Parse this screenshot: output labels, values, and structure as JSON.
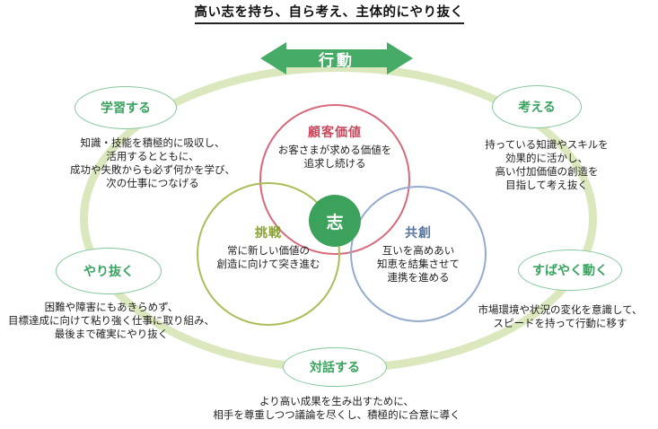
{
  "title": "高い志を持ち、自ら考え、主体的にやり抜く",
  "banner": {
    "label": "行動"
  },
  "center": {
    "label": "志"
  },
  "venn": {
    "customer_value": {
      "label": "顧客価値",
      "desc_lines": [
        "お客さまが求める価値を",
        "追求し続ける"
      ]
    },
    "challenge": {
      "label": "挑戦",
      "desc_lines": [
        "常に新しい価値の",
        "創造に向けて突き進む"
      ]
    },
    "cocreation": {
      "label": "共創",
      "desc_lines": [
        "互いを高めあい",
        "知恵を結集させて",
        "連携を進める"
      ]
    }
  },
  "ring_nodes": [
    {
      "label": "学習する",
      "desc_lines": [
        "知識・技能を積極的に吸収し、",
        "活用するとともに、",
        "成功や失敗からも必ず何かを学び、",
        "次の仕事につなげる"
      ]
    },
    {
      "label": "考える",
      "desc_lines": [
        "持っている知識やスキルを",
        "効果的に活かし、",
        "高い付加価値の創造を",
        "目指して考え抜く"
      ]
    },
    {
      "label": "やり抜く",
      "desc_lines": [
        "困難や障害にもあきらめず、",
        "目標達成に向けて粘り強く仕事に取り組み、",
        "最後まで確実にやり抜く"
      ]
    },
    {
      "label": "すばやく動く",
      "desc_lines": [
        "市場環境や状況の変化を意識して、",
        "スピードを持って行動に移す"
      ]
    },
    {
      "label": "対話する",
      "desc_lines": [
        "より高い成果を生み出すために、",
        "相手を尊重しつつ議論を尽くし、積極的に合意に導く"
      ]
    }
  ],
  "colors": {
    "banner_green": "#46ab66",
    "ring_pale_green": "#dbe7bd",
    "node_label_green": "#3aa35f",
    "node_stroke_green": "#84c79b",
    "customer_red": "#c9485c",
    "customer_stroke": "#d7697b",
    "challenge_olive": "#87a233",
    "challenge_stroke": "#a9be58",
    "cocreation_blue": "#54749f",
    "cocreation_stroke": "#94abce",
    "center_green": "#3ca15a",
    "text_dark": "#1f1f1f"
  }
}
